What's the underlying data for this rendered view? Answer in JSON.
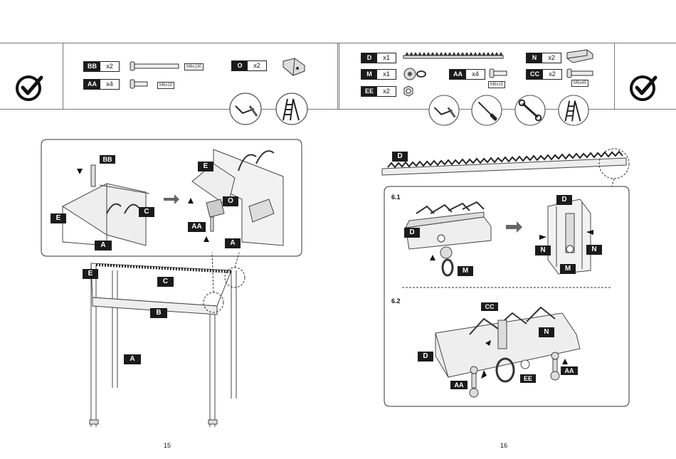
{
  "left_page": {
    "parts": [
      {
        "code": "BB",
        "qty": "x2",
        "size": "M8x130"
      },
      {
        "code": "AA",
        "qty": "x4",
        "size": "M6x15"
      },
      {
        "code": "O",
        "qty": "x2"
      }
    ],
    "labels": {
      "bb": "BB",
      "e1": "E",
      "c1": "C",
      "a1": "A",
      "e2": "E",
      "o": "O",
      "aa": "AA",
      "a2": "A",
      "e3": "E",
      "c2": "C",
      "b": "B",
      "a3": "A"
    },
    "page_number": "15"
  },
  "right_page": {
    "parts": [
      {
        "code": "D",
        "qty": "x1"
      },
      {
        "code": "M",
        "qty": "x1"
      },
      {
        "code": "EE",
        "qty": "x2"
      },
      {
        "code": "AA",
        "qty": "x4",
        "size": "M6x15"
      },
      {
        "code": "N",
        "qty": "x2"
      },
      {
        "code": "CC",
        "qty": "x2",
        "size": "M5x45"
      }
    ],
    "labels": {
      "d_top": "D",
      "d1": "D",
      "m1": "M",
      "d2": "D",
      "n1": "N",
      "n2": "N",
      "m2": "M",
      "cc": "CC",
      "n3": "N",
      "d3": "D",
      "aa1": "AA",
      "ee": "EE",
      "aa2": "AA"
    },
    "step_labels": {
      "s61": "6.1",
      "s62": "6.2"
    },
    "page_number": "16"
  },
  "icons": [
    "check-icon",
    "allen-key-icon",
    "ladder-icon",
    "screwdriver-icon",
    "wrench-icon"
  ]
}
